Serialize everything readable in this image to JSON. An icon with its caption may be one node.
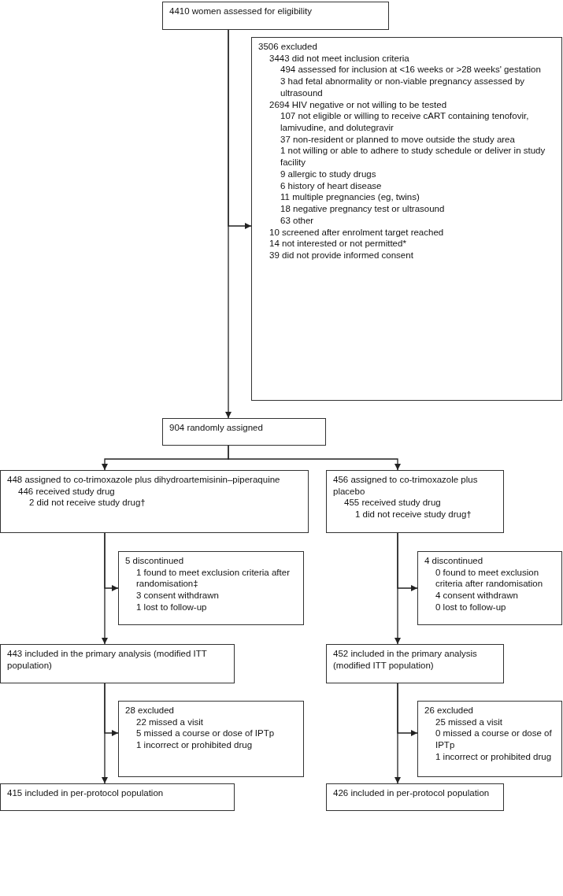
{
  "diagram": {
    "nodes": [
      {
        "text": [
          "4410 women assessed for eligibility"
        ]
      },
      {
        "text": [
          "3506 excluded",
          "3443 did not meet inclusion criteria",
          "494 assessed for inclusion at <16 weeks or >28 weeks' gestation",
          "3 had fetal abnormality or non-viable pregnancy assessed by ultrasound",
          "2694 HIV negative or not willing to be tested",
          "107 not eligible or willing to receive cART containing tenofovir, lamivudine, and dolutegravir",
          "37 non-resident or planned to move outside the study area",
          "1 not willing or able to adhere to study schedule or deliver in study facility",
          "9 allergic to study drugs",
          "6 history of heart disease",
          "11 multiple pregnancies (eg, twins)",
          "18 negative pregnancy test or ultrasound",
          "63 other",
          "10 screened after enrolment target reached",
          "14 not interested or not permitted*",
          "39 did not provide informed consent"
        ]
      },
      {
        "text": [
          "904 randomly assigned"
        ]
      },
      {
        "text": [
          "448 assigned to co-trimoxazole plus dihydroartemisinin–piperaquine",
          "446 received study drug",
          "2 did not receive study drug†"
        ]
      },
      {
        "text": [
          "456 assigned to co-trimoxazole plus placebo",
          "455 received study drug",
          "1 did not receive study drug†"
        ]
      },
      {
        "text": [
          "5 discontinued",
          "1 found to meet exclusion criteria after randomisation‡",
          "3 consent withdrawn",
          "1 lost to follow-up"
        ]
      },
      {
        "text": [
          "4 discontinued",
          "0 found to meet exclusion criteria after randomisation",
          "4 consent withdrawn",
          "0 lost to follow-up"
        ]
      },
      {
        "text": [
          "443 included in the primary analysis (modified ITT population)"
        ]
      },
      {
        "text": [
          "452 included in the primary analysis (modified ITT population)"
        ]
      },
      {
        "text": [
          "28 excluded",
          "22 missed a visit",
          "5 missed a course or dose of IPTp",
          "1 incorrect or prohibited drug"
        ]
      },
      {
        "text": [
          "26 excluded",
          "25 missed a visit",
          "0 missed a course or dose of IPTp",
          "1 incorrect or prohibited drug"
        ]
      },
      {
        "text": [
          "415 included in per-protocol population"
        ]
      },
      {
        "text": [
          "426 included in per-protocol population"
        ]
      }
    ],
    "edges": [
      {
        "from": 0,
        "to": 1,
        "arrow": "to"
      },
      {
        "from": 0,
        "to": 2,
        "arrow": "to"
      },
      {
        "from": 2,
        "to": 3,
        "arrow": "to"
      },
      {
        "from": 2,
        "to": 4,
        "arrow": "to"
      },
      {
        "from": 3,
        "to": 5,
        "arrow": "to"
      },
      {
        "from": 3,
        "to": 7,
        "arrow": "to"
      },
      {
        "from": 4,
        "to": 6,
        "arrow": "to"
      },
      {
        "from": 4,
        "to": 8,
        "arrow": "to"
      },
      {
        "from": 7,
        "to": 9,
        "arrow": "to"
      },
      {
        "from": 7,
        "to": 11,
        "arrow": "to"
      },
      {
        "from": 8,
        "to": 10,
        "arrow": "to"
      },
      {
        "from": 8,
        "to": 12,
        "arrow": "to"
      }
    ]
  }
}
